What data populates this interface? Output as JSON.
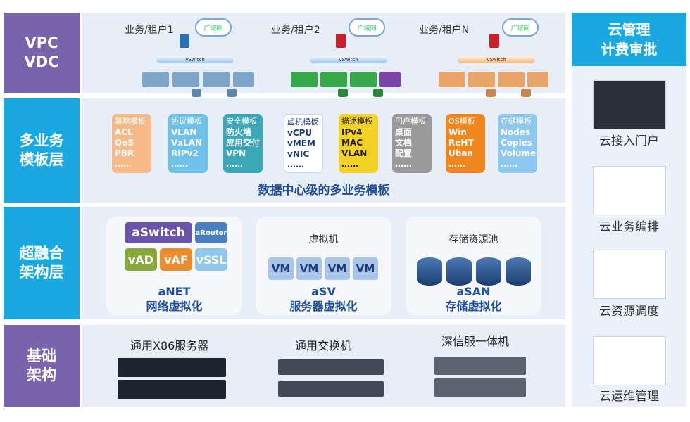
{
  "layers": {
    "vpc": "VPC\nVDC",
    "multi": "多业务\n模板层",
    "hci": "超融合\n架构层",
    "base": "基础\n架构"
  },
  "vpc_row": {
    "tenants": [
      {
        "title": "业务/租户1",
        "cloud": "广域网"
      },
      {
        "title": "业务/租户2",
        "cloud": "广域网"
      },
      {
        "title": "业务/租户N",
        "cloud": "广域网"
      }
    ],
    "vswitch_label": "vSwitch"
  },
  "templates": {
    "items": [
      {
        "title": "策略模板",
        "items": [
          "ACL",
          "QoS",
          "PBR",
          "……"
        ],
        "color": "#f6b987"
      },
      {
        "title": "协议模板",
        "items": [
          "VLAN",
          "VxLAN",
          "RIPv2",
          "……"
        ],
        "color": "#6ec1e8"
      },
      {
        "title": "安全模板",
        "items": [
          "防火墙",
          "应用交付",
          "VPN",
          "……"
        ],
        "color": "#3aa8b8"
      },
      {
        "title": "虚机模板",
        "items": [
          "vCPU",
          "vMEM",
          "vNIC",
          "……"
        ],
        "color": "#ffffff"
      },
      {
        "title": "描述模板",
        "items": [
          "IPv4",
          "MAC",
          "VLAN",
          "……"
        ],
        "color": "#f2d224"
      },
      {
        "title": "用户模板",
        "items": [
          "桌面",
          "文档",
          "配置",
          "……"
        ],
        "color": "#9a9a9a"
      },
      {
        "title": "OS模板",
        "items": [
          "Win",
          "ReHT",
          "Uban",
          "……"
        ],
        "color": "#f0861e"
      },
      {
        "title": "存储模板",
        "items": [
          "Nodes",
          "Copies",
          "Volume",
          "……"
        ],
        "color": "#8ec8ef"
      }
    ],
    "caption": "数据中心级的多业务模板"
  },
  "hci": {
    "anet": {
      "buttons": [
        "aSwitch",
        "aRouter",
        "vAD",
        "vAF",
        "vSSL"
      ],
      "name": "aNET",
      "desc": "网络虚拟化"
    },
    "asv": {
      "title": "虚拟机",
      "vms": [
        "VM",
        "VM",
        "VM",
        "VM"
      ],
      "name": "aSV",
      "desc": "服务器虚拟化"
    },
    "asan": {
      "title": "存储资源池",
      "name": "aSAN",
      "desc": "存储虚拟化"
    }
  },
  "base": {
    "items": [
      "通用X86服务器",
      "通用交换机",
      "深信服一体机"
    ]
  },
  "right_panel": {
    "title": "云管理\n计费审批",
    "items": [
      "云接入门户",
      "云业务编排",
      "云资源调度",
      "云运维管理"
    ]
  },
  "colors": {
    "layer_label": "#7a62ad",
    "cyan": "#1aa8e0",
    "row_bg": "#e8eef7"
  }
}
